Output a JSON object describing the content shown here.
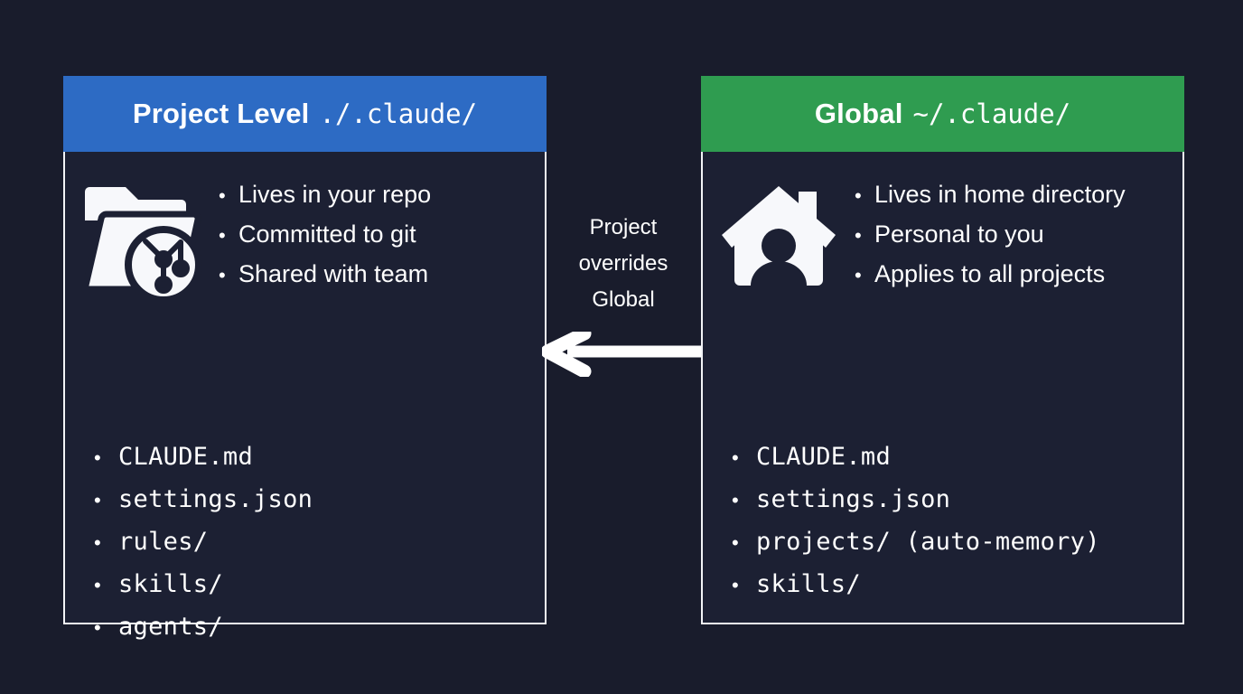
{
  "background_color": "#191c2c",
  "cards": [
    {
      "id": "project",
      "accent_color": "#2d6bc4",
      "header": {
        "title": "Project Level",
        "path": "./.claude/"
      },
      "icon": "folder-git-icon",
      "features": [
        "Lives in your repo",
        "Committed to git",
        "Shared with team"
      ],
      "files": [
        "CLAUDE.md",
        "settings.json",
        "rules/",
        "skills/",
        "agents/"
      ]
    },
    {
      "id": "global",
      "accent_color": "#2f9c50",
      "header": {
        "title": "Global",
        "path": "~/.claude/"
      },
      "icon": "home-user-icon",
      "features": [
        "Lives in home directory",
        "Personal to you",
        "Applies to all projects"
      ],
      "files": [
        "CLAUDE.md",
        "settings.json",
        "projects/ (auto-memory)",
        "skills/"
      ]
    }
  ],
  "connector": {
    "label_lines": [
      "Project",
      "overrides",
      "Global"
    ],
    "arrow_direction": "left",
    "arrow_color": "#ffffff"
  },
  "bullet_glyph": "•"
}
